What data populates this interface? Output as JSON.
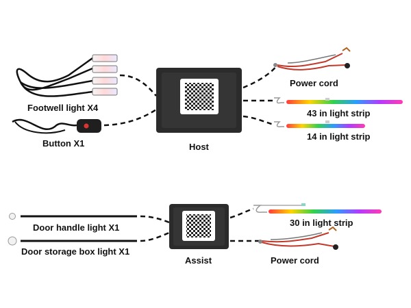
{
  "top_section": {
    "host_label": "Host",
    "inputs": {
      "footwell_label": "Footwell light X4",
      "button_label": "Button X1"
    },
    "outputs": {
      "power_cord_label": "Power cord",
      "strip_43_label": "43 in light strip",
      "strip_14_label": "14 in light strip"
    }
  },
  "bottom_section": {
    "assist_label": "Assist",
    "inputs": {
      "door_handle_label": "Door handle light X1",
      "door_storage_label": "Door storage box light X1"
    },
    "outputs": {
      "strip_30_label": "30 in light strip",
      "power_cord_label": "Power cord"
    }
  },
  "colors": {
    "module_body": "#2b2b2b",
    "qr_panel": "#ffffff",
    "wire": "#111111",
    "power_wire_red": "#c0392b",
    "strip_gradient": [
      "#ff3b3b",
      "#ffd400",
      "#33d14c",
      "#2b9cff",
      "#b23bff",
      "#ff3bb3"
    ]
  }
}
